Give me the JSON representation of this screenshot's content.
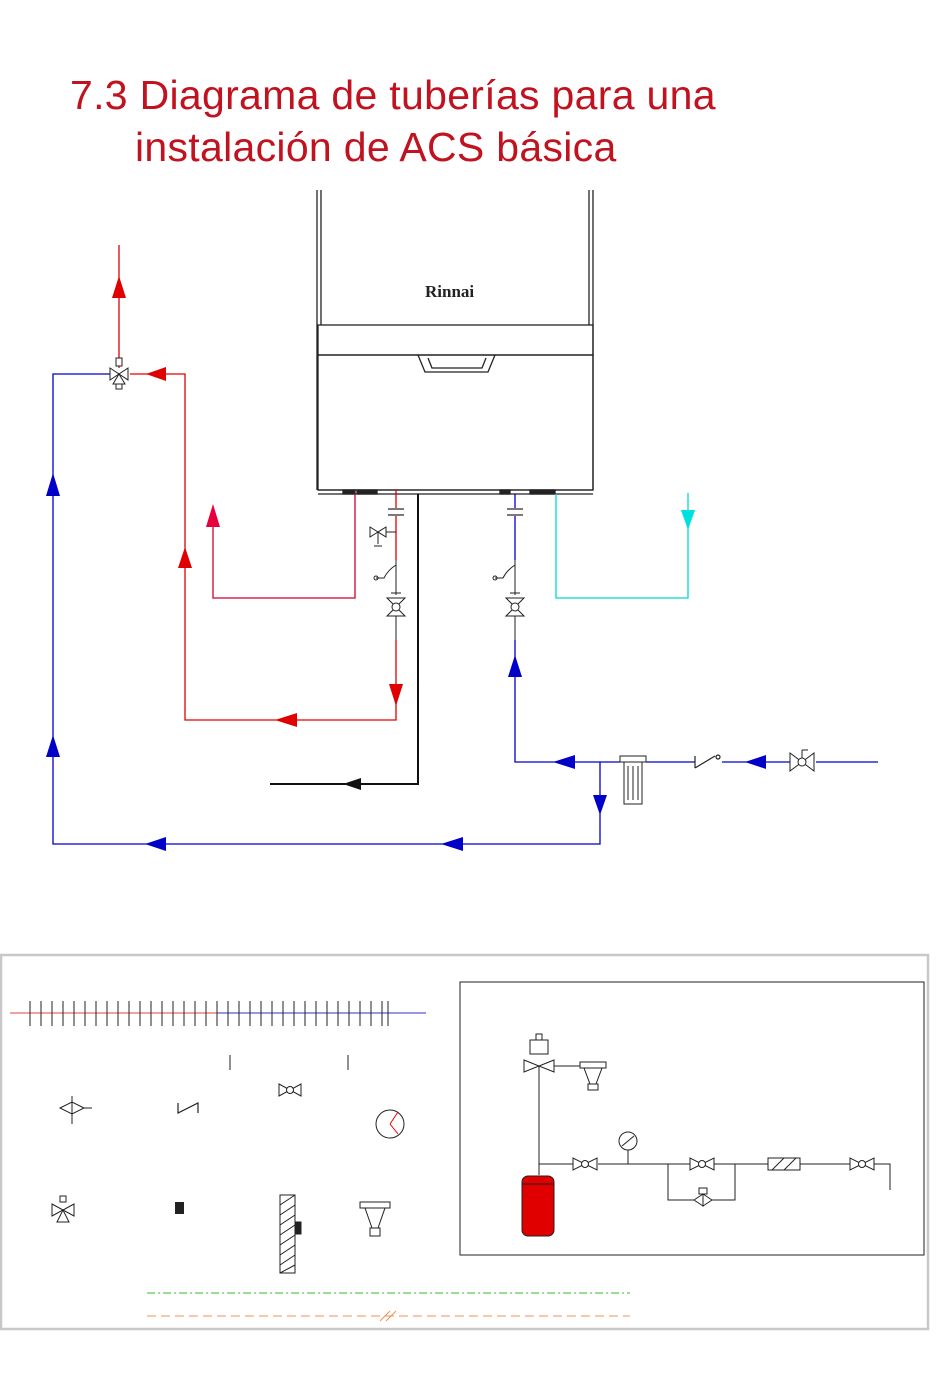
{
  "title": {
    "line1": "7.3 Diagrama de tuberías para una",
    "line2": "instalación de ACS básica"
  },
  "heater": {
    "brand": "Rinnai"
  },
  "colors": {
    "title": "#c1121f",
    "hot_water": "#e00000",
    "cold_water": "#0000c8",
    "drain": "#000000",
    "recirculation_hot": "#e8003c",
    "cold_inlet_cyan": "#00e0e0",
    "expansion_tank": "#e00000"
  },
  "icons": {
    "thermostatic_mixing_valve": "mixing-valve-icon",
    "pressure_relief_valve": "relief-valve-icon",
    "ball_valve": "ball-valve-icon",
    "check_valve": "check-valve-icon",
    "filter": "filter-icon",
    "pressure_gauge": "pressure-gauge-icon",
    "expansion_vessel": "expansion-vessel-icon",
    "pressure_reducer": "pressure-reducer-icon",
    "strainer": "strainer-icon"
  }
}
